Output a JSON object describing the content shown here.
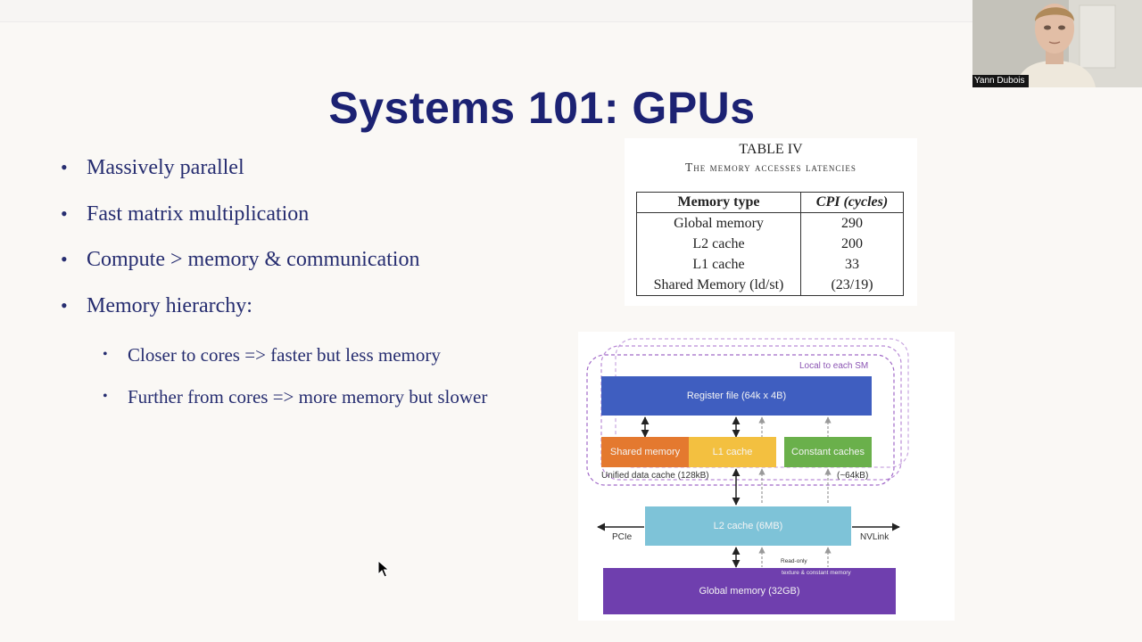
{
  "slide": {
    "title": "Systems 101: GPUs",
    "bullets": [
      "Massively parallel",
      "Fast matrix multiplication",
      "Compute > memory & communication",
      "Memory hierarchy:"
    ],
    "sub_bullets": [
      "Closer to cores => faster but less memory",
      "Further from cores => more memory but slower"
    ]
  },
  "table": {
    "caption": "TABLE IV",
    "subtitle": "The memory accesses latencies",
    "headers": [
      "Memory type",
      "CPI (cycles)"
    ],
    "rows": [
      [
        "Global memory",
        "290"
      ],
      [
        "L2 cache",
        "200"
      ],
      [
        "L1 cache",
        "33"
      ],
      [
        "Shared Memory (ld/st)",
        "(23/19)"
      ]
    ]
  },
  "diagram": {
    "local_label": "Local to each SM",
    "register_file": "Register file (64k x 4B)",
    "shared_memory": "Shared memory",
    "l1_cache": "L1 cache",
    "constant_caches": "Constant caches",
    "unified_label": "Unified data cache (128kB)",
    "const_size": "(~64kB)",
    "l2_cache": "L2 cache (6MB)",
    "pcie": "PCIe",
    "nvlink": "NVLink",
    "read_only": "Read-only",
    "texture_label": "texture & constant memory",
    "global_memory": "Global memory (32GB)",
    "colors": {
      "register": "#3f5ec0",
      "shared": "#e4792f",
      "l1": "#f3c040",
      "constant": "#6ab04b",
      "l2": "#7ec3d8",
      "global": "#6f3fae",
      "dashed": "#a169c8"
    }
  },
  "webcam": {
    "name": "Yann Dubois"
  }
}
